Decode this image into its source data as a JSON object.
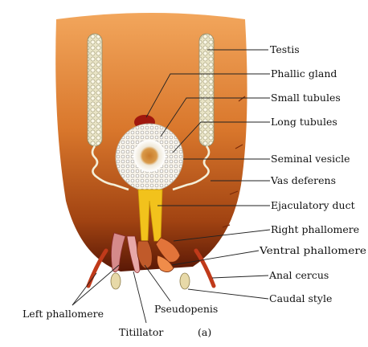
{
  "figure": {
    "caption": "(a)",
    "colors": {
      "abdomen_top": "#f0a35a",
      "abdomen_bottom": "#5a1806",
      "testis": "#f4f0d8",
      "seminal_vesicle_center": "#c97b2a",
      "ejaculatory_duct": "#f2c21c",
      "phallic_gland": "#a0180e",
      "leader": "#222222"
    }
  },
  "labels": {
    "testis": "Testis",
    "phallic_gland": "Phallic gland",
    "small_tubules": "Small tubules",
    "long_tubules": "Long tubules",
    "seminal_vesicle": "Seminal vesicle",
    "vas_deferens": "Vas deferens",
    "ejaculatory_duct": "Ejaculatory duct",
    "right_phallomere": "Right phallomere",
    "ventral_phallomere": "Ventral phallomere",
    "anal_cercus": "Anal cercus",
    "caudal_style": "Caudal style",
    "left_phallomere": "Left phallomere",
    "pseudopenis": "Pseudopenis",
    "titillator": "Titillator"
  }
}
